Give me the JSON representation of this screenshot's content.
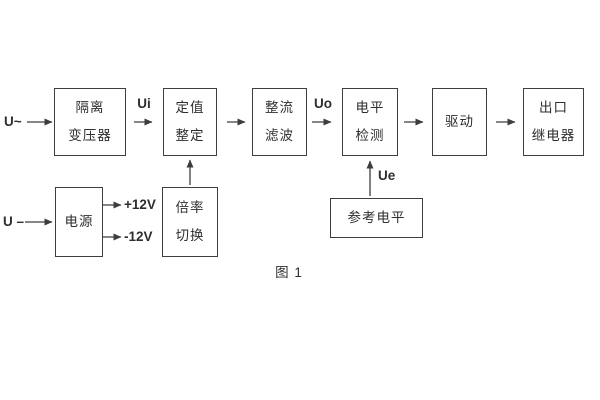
{
  "diagram": {
    "caption": "图 1",
    "boxes": {
      "transformer": {
        "lines": [
          "隔离",
          "变压器"
        ]
      },
      "setting": {
        "lines": [
          "定值",
          "整定"
        ]
      },
      "rectifier": {
        "lines": [
          "整流",
          "滤波"
        ]
      },
      "level": {
        "lines": [
          "电平",
          "检测"
        ]
      },
      "drive": {
        "lines": [
          "驱动"
        ]
      },
      "relay": {
        "lines": [
          "出口",
          "继电器"
        ]
      },
      "power": {
        "lines": [
          "电源"
        ]
      },
      "multiplier": {
        "lines": [
          "倍率",
          "切换"
        ]
      },
      "reference": {
        "lines": [
          "参考电平"
        ]
      }
    },
    "signals": {
      "input_ac": "U~",
      "input_dc": "U –",
      "ui": "Ui",
      "uo": "Uo",
      "ue": "Ue",
      "plus12v": "+12V",
      "minus12v": "-12V"
    },
    "colors": {
      "line": "#3d3d3d",
      "text": "#2e2e2e",
      "background": "#ffffff"
    }
  }
}
